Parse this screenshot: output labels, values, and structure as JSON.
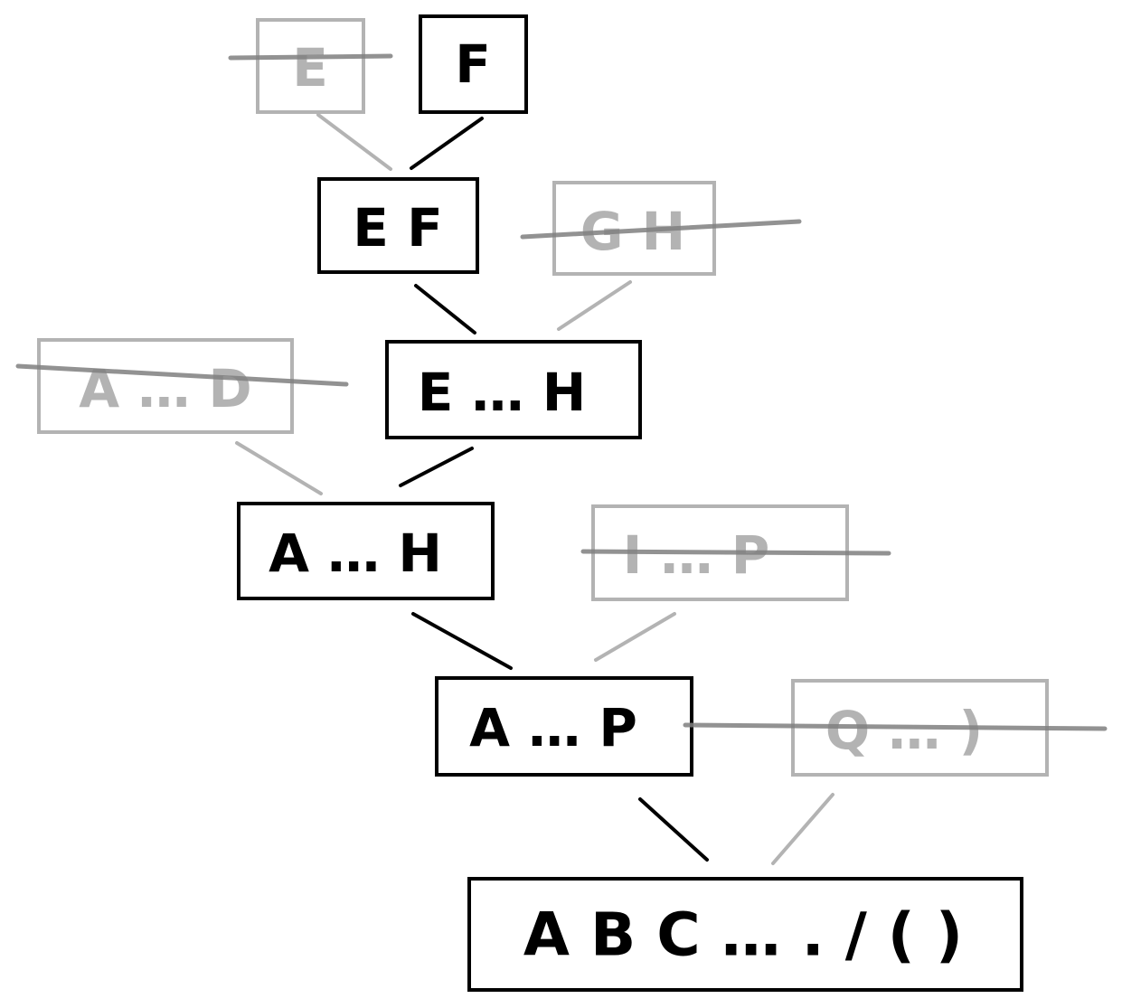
{
  "nodes": {
    "e": {
      "label": "E",
      "status": "discarded"
    },
    "f": {
      "label": "F",
      "status": "kept"
    },
    "ef": {
      "label": "E F",
      "status": "kept"
    },
    "gh": {
      "label": "G H",
      "status": "discarded"
    },
    "ad": {
      "label": "A … D",
      "status": "discarded"
    },
    "eh": {
      "label": "E … H",
      "status": "kept"
    },
    "ah": {
      "label": "A … H",
      "status": "kept"
    },
    "ip": {
      "label": "I … P",
      "status": "discarded"
    },
    "ap": {
      "label": "A … P",
      "status": "kept"
    },
    "qp": {
      "label": "Q … )",
      "status": "discarded"
    },
    "root": {
      "label": "A B C … . / ( )",
      "status": "kept"
    }
  },
  "colors": {
    "kept": "#000000",
    "discarded": "#b3b3b3"
  }
}
